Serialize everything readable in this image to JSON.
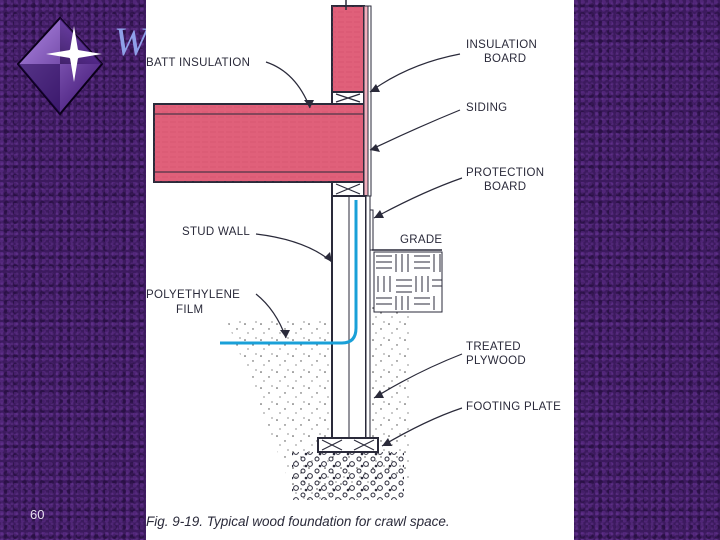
{
  "slide": {
    "title": "W",
    "page_number": "60"
  },
  "logo": {
    "icon": "diamond-star-icon"
  },
  "figure": {
    "caption": "Fig. 9-19. Typical wood foundation for crawl space.",
    "labels": {
      "batt_insulation": "BATT INSULATION",
      "insulation_board_1": "INSULATION",
      "insulation_board_2": "BOARD",
      "siding": "SIDING",
      "protection_board_1": "PROTECTION",
      "protection_board_2": "BOARD",
      "stud_wall": "STUD WALL",
      "grade": "GRADE",
      "polyethylene_film_1": "POLYETHYLENE",
      "polyethylene_film_2": "FILM",
      "treated_plywood_1": "TREATED",
      "treated_plywood_2": "PLYWOOD",
      "footing_plate": "FOOTING PLATE"
    },
    "colors": {
      "insulation": "#e0607a",
      "film": "#1aa0d8",
      "line": "#2a2a3a"
    }
  }
}
